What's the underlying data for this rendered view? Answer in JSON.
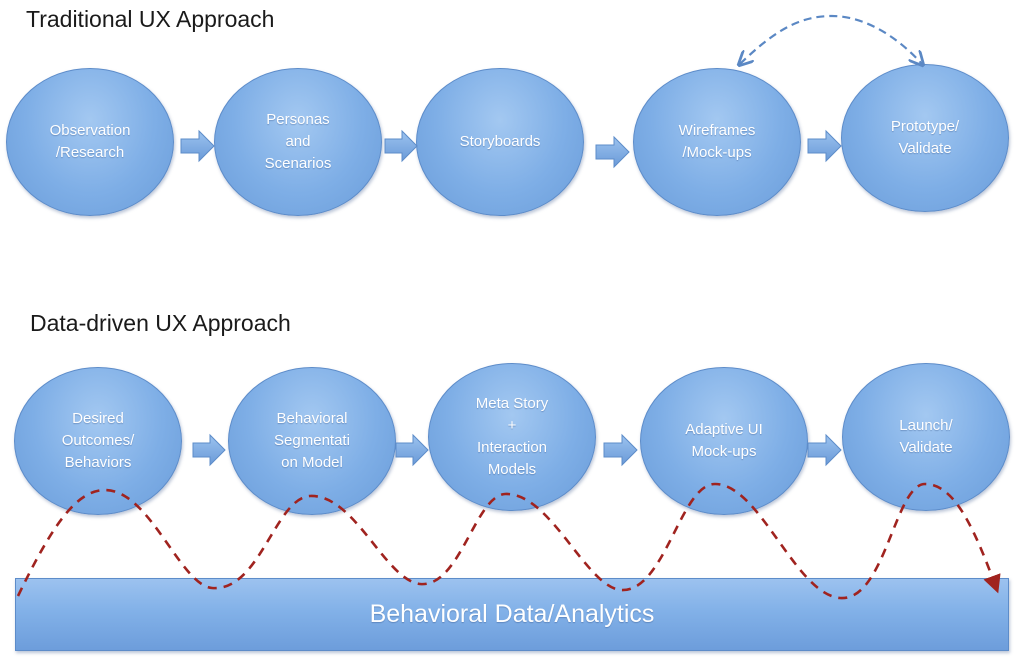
{
  "traditional": {
    "title": "Traditional UX Approach",
    "steps": [
      {
        "label": "Observation\n/Research"
      },
      {
        "label": "Personas\nand\nScenarios"
      },
      {
        "label": "Storyboards"
      },
      {
        "label": "Wireframes\n/Mock-ups"
      },
      {
        "label": "Prototype/\nValidate"
      }
    ]
  },
  "data_driven": {
    "title": "Data-driven UX Approach",
    "steps": [
      {
        "label": "Desired\nOutcomes/\nBehaviors"
      },
      {
        "label": "Behavioral\nSegmentati\non Model"
      },
      {
        "label": "Meta Story\n+\nInteraction\nModels"
      },
      {
        "label": "Adaptive UI\nMock-ups"
      },
      {
        "label": "Launch/\nValidate"
      }
    ],
    "foundation": "Behavioral Data/Analytics"
  },
  "colors": {
    "node_fill": "#7eaee6",
    "arrow_fill": "#7ba9e3",
    "loop_arrow": "#5b88c4",
    "data_line": "#a0231f"
  }
}
